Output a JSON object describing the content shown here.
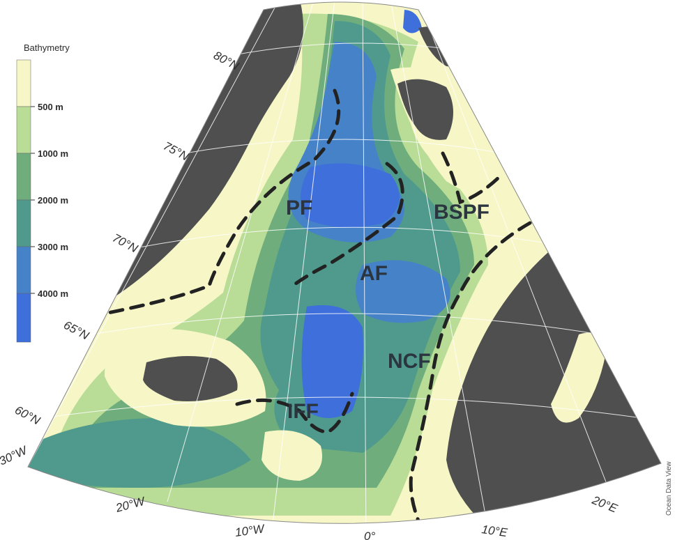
{
  "legend": {
    "title": "Bathymetry",
    "levels": [
      {
        "label": "",
        "color": "#f6f6c6"
      },
      {
        "label": "500 m",
        "color": "#b9dc96"
      },
      {
        "label": "1000 m",
        "color": "#6fae7c"
      },
      {
        "label": "2000 m",
        "color": "#4f9a8c"
      },
      {
        "label": "3000 m",
        "color": "#4682c8"
      },
      {
        "label": "4000 m",
        "color": "#3f6fda"
      }
    ]
  },
  "colors": {
    "land": "#4f4f4f",
    "shelf": "#f6f6c6",
    "slope": "#b9dc96",
    "deep1": "#6fae7c",
    "deep2": "#4f9a8c",
    "basin": "#4682c8",
    "abyss": "#3f6fda",
    "front_line": "#222222",
    "graticule": "#ffffff"
  },
  "fronts": {
    "pf": "PF",
    "af": "AF",
    "bspf": "BSPF",
    "ncf": "NCF",
    "iff": "IFF"
  },
  "latitudes": [
    "80°N",
    "75°N",
    "70°N",
    "65°N",
    "60°N"
  ],
  "longitudes": [
    "30°W",
    "20°W",
    "10°W",
    "0°",
    "10°E",
    "20°E"
  ],
  "credit": "Ocean Data View"
}
